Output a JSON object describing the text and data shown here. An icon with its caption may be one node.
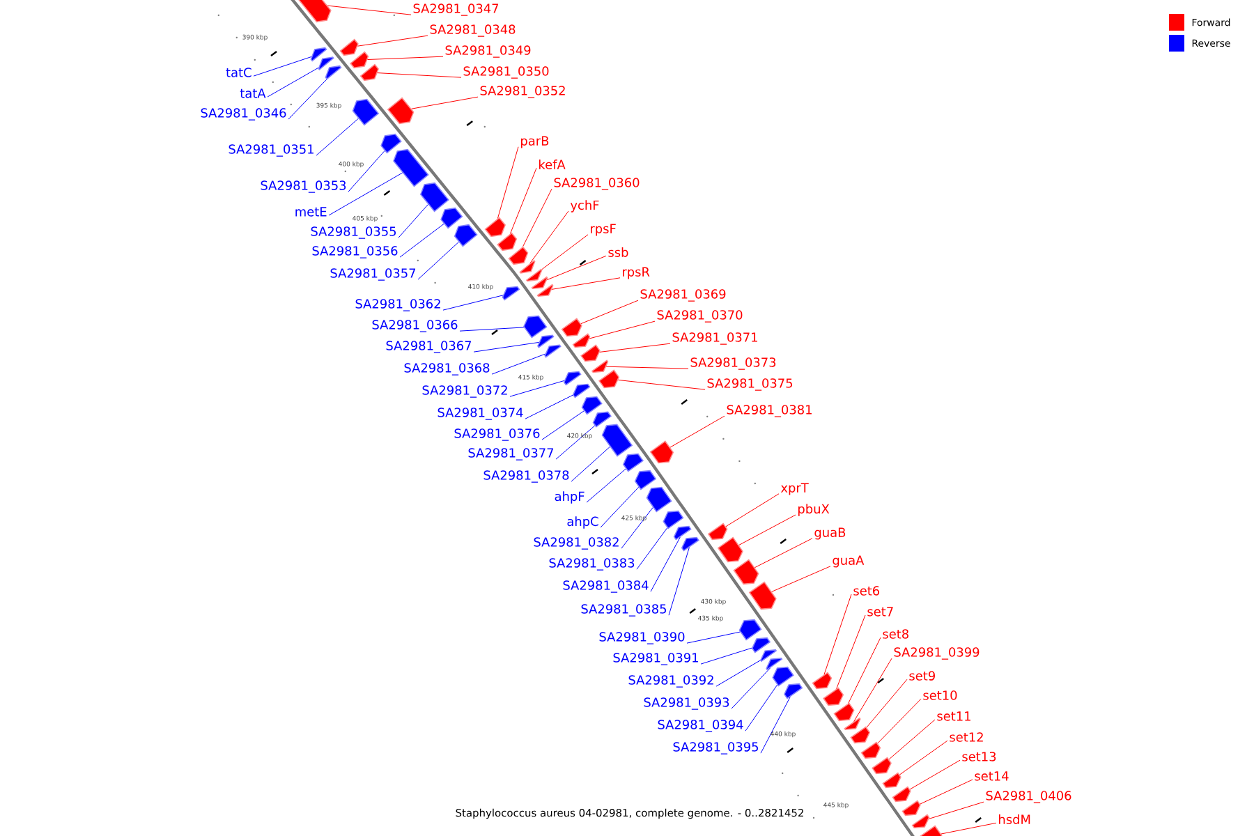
{
  "diagram": {
    "caption": "Staphylococcus aureus 04-02981, complete genome. - 0..2821452",
    "nodes": [
      {
        "text": [
          "tatC"
        ]
      },
      {
        "text": [
          "tatA"
        ]
      },
      {
        "text": [
          "SA2981_0346"
        ]
      },
      {
        "text": [
          "SA2981_0351"
        ]
      },
      {
        "text": [
          "SA2981_0353"
        ]
      },
      {
        "text": [
          "metE"
        ]
      },
      {
        "text": [
          "SA2981_0355"
        ]
      },
      {
        "text": [
          "SA2981_0356"
        ]
      },
      {
        "text": [
          "SA2981_0357"
        ]
      },
      {
        "text": [
          "SA2981_0362"
        ]
      },
      {
        "text": [
          "SA2981_0366"
        ]
      },
      {
        "text": [
          "SA2981_0367"
        ]
      },
      {
        "text": [
          "SA2981_0368"
        ]
      },
      {
        "text": [
          "SA2981_0372"
        ]
      },
      {
        "text": [
          "SA2981_0374"
        ]
      },
      {
        "text": [
          "SA2981_0376"
        ]
      },
      {
        "text": [
          "SA2981_0377"
        ]
      },
      {
        "text": [
          "SA2981_0378"
        ]
      },
      {
        "text": [
          "ahpF"
        ]
      },
      {
        "text": [
          "ahpC"
        ]
      },
      {
        "text": [
          "SA2981_0382"
        ]
      },
      {
        "text": [
          "SA2981_0383"
        ]
      },
      {
        "text": [
          "SA2981_0384"
        ]
      },
      {
        "text": [
          "SA2981_0385"
        ]
      },
      {
        "text": [
          "SA2981_0390"
        ]
      },
      {
        "text": [
          "SA2981_0391"
        ]
      },
      {
        "text": [
          "SA2981_0392"
        ]
      },
      {
        "text": [
          "SA2981_0393"
        ]
      },
      {
        "text": [
          "SA2981_0394"
        ]
      },
      {
        "text": [
          "SA2981_0395"
        ]
      },
      {
        "text": [
          "SA2981_0347"
        ]
      },
      {
        "text": [
          "SA2981_0348"
        ]
      },
      {
        "text": [
          "SA2981_0349"
        ]
      },
      {
        "text": [
          "SA2981_0350"
        ]
      },
      {
        "text": [
          "SA2981_0352"
        ]
      },
      {
        "text": [
          "parB"
        ]
      },
      {
        "text": [
          "kefA"
        ]
      },
      {
        "text": [
          "SA2981_0360"
        ]
      },
      {
        "text": [
          "ychF"
        ]
      },
      {
        "text": [
          "rpsF"
        ]
      },
      {
        "text": [
          "ssb"
        ]
      },
      {
        "text": [
          "rpsR"
        ]
      },
      {
        "text": [
          "SA2981_0369"
        ]
      },
      {
        "text": [
          "SA2981_0370"
        ]
      },
      {
        "text": [
          "SA2981_0371"
        ]
      },
      {
        "text": [
          "SA2981_0373"
        ]
      },
      {
        "text": [
          "SA2981_0375"
        ]
      },
      {
        "text": [
          "SA2981_0381"
        ]
      },
      {
        "text": [
          "xprT"
        ]
      },
      {
        "text": [
          "pbuX"
        ]
      },
      {
        "text": [
          "guaB"
        ]
      },
      {
        "text": [
          "guaA"
        ]
      },
      {
        "text": [
          "set6"
        ]
      },
      {
        "text": [
          "set7"
        ]
      },
      {
        "text": [
          "set8"
        ]
      },
      {
        "text": [
          "SA2981_0399"
        ]
      },
      {
        "text": [
          "set9"
        ]
      },
      {
        "text": [
          "set10"
        ]
      },
      {
        "text": [
          "set11"
        ]
      },
      {
        "text": [
          "set12"
        ]
      },
      {
        "text": [
          "set13"
        ]
      },
      {
        "text": [
          "set14"
        ]
      },
      {
        "text": [
          "SA2981_0406"
        ]
      },
      {
        "text": [
          "hsdM"
        ]
      },
      {
        "text": [],
        "shape": "arrow"
      },
      {
        "text": [],
        "shape": "arrow"
      },
      {
        "text": [],
        "shape": "arrow"
      },
      {
        "text": [],
        "shape": "arrow"
      },
      {
        "text": [],
        "shape": "arrow"
      },
      {
        "text": [],
        "shape": "arrow"
      },
      {
        "text": [],
        "shape": "arrow"
      },
      {
        "text": [],
        "shape": "arrow"
      },
      {
        "text": [],
        "shape": "arrow"
      },
      {
        "text": [],
        "shape": "arrow"
      },
      {
        "text": [],
        "shape": "arrow"
      },
      {
        "text": [],
        "shape": "arrow"
      },
      {
        "text": [],
        "shape": "arrow"
      },
      {
        "text": [],
        "shape": "arrow"
      },
      {
        "text": [],
        "shape": "arrow"
      },
      {
        "text": [],
        "shape": "arrow"
      },
      {
        "text": [],
        "shape": "arrow"
      },
      {
        "text": [],
        "shape": "arrow"
      },
      {
        "text": [],
        "shape": "arrow"
      },
      {
        "text": [],
        "shape": "arrow"
      },
      {
        "text": [],
        "shape": "arrow"
      },
      {
        "text": [],
        "shape": "arrow"
      },
      {
        "text": [],
        "shape": "arrow"
      },
      {
        "text": [],
        "shape": "arrow"
      },
      {
        "text": [],
        "shape": "arrow"
      },
      {
        "text": [],
        "shape": "arrow"
      },
      {
        "text": [],
        "shape": "arrow"
      },
      {
        "text": [],
        "shape": "arrow"
      },
      {
        "text": [],
        "shape": "arrow"
      },
      {
        "text": [],
        "shape": "arrow"
      },
      {
        "text": [],
        "shape": "arrow"
      },
      {
        "text": [],
        "shape": "arrow"
      },
      {
        "text": [],
        "shape": "arrow"
      },
      {
        "text": [],
        "shape": "arrow"
      },
      {
        "text": [],
        "shape": "arrow"
      },
      {
        "text": [],
        "shape": "arrow"
      },
      {
        "text": [],
        "shape": "arrow"
      },
      {
        "text": [],
        "shape": "arrow"
      },
      {
        "text": [],
        "shape": "arrow"
      },
      {
        "text": [],
        "shape": "arrow"
      },
      {
        "text": [],
        "shape": "arrow"
      },
      {
        "text": [],
        "shape": "arrow"
      },
      {
        "text": [],
        "shape": "arrow"
      },
      {
        "text": [],
        "shape": "arrow"
      },
      {
        "text": [],
        "shape": "arrow"
      },
      {
        "text": [],
        "shape": "arrow"
      },
      {
        "text": [],
        "shape": "arrow"
      },
      {
        "text": [],
        "shape": "arrow"
      },
      {
        "text": [],
        "shape": "arrow"
      },
      {
        "text": [],
        "shape": "arrow"
      },
      {
        "text": [],
        "shape": "arrow"
      },
      {
        "text": [],
        "shape": "arrow"
      },
      {
        "text": [],
        "shape": "arrow"
      },
      {
        "text": [],
        "shape": "arrow"
      },
      {
        "text": [],
        "shape": "arrow"
      },
      {
        "text": [],
        "shape": "arrow"
      },
      {
        "text": [],
        "shape": "arrow"
      },
      {
        "text": [],
        "shape": "arrow"
      },
      {
        "text": [],
        "shape": "arrow"
      },
      {
        "text": [],
        "shape": "arrow"
      },
      {
        "text": [],
        "shape": "arrow"
      },
      {
        "text": [],
        "shape": "arrow"
      },
      {
        "text": [],
        "shape": "arrow"
      },
      {
        "text": [],
        "shape": "arrow"
      }
    ],
    "edges": [
      {
        "from": 0,
        "to": 64,
        "arrow": "none",
        "color": "#0000ff"
      },
      {
        "from": 1,
        "to": 65,
        "arrow": "none",
        "color": "#0000ff"
      },
      {
        "from": 2,
        "to": 66,
        "arrow": "none",
        "color": "#0000ff"
      },
      {
        "from": 3,
        "to": 67,
        "arrow": "none",
        "color": "#0000ff"
      },
      {
        "from": 4,
        "to": 68,
        "arrow": "none",
        "color": "#0000ff"
      },
      {
        "from": 5,
        "to": 69,
        "arrow": "none",
        "color": "#0000ff"
      },
      {
        "from": 6,
        "to": 70,
        "arrow": "none",
        "color": "#0000ff"
      },
      {
        "from": 7,
        "to": 71,
        "arrow": "none",
        "color": "#0000ff"
      },
      {
        "from": 8,
        "to": 72,
        "arrow": "none",
        "color": "#0000ff"
      },
      {
        "from": 9,
        "to": 73,
        "arrow": "none",
        "color": "#0000ff"
      },
      {
        "from": 10,
        "to": 74,
        "arrow": "none",
        "color": "#0000ff"
      },
      {
        "from": 11,
        "to": 75,
        "arrow": "none",
        "color": "#0000ff"
      },
      {
        "from": 12,
        "to": 76,
        "arrow": "none",
        "color": "#0000ff"
      },
      {
        "from": 13,
        "to": 77,
        "arrow": "none",
        "color": "#0000ff"
      },
      {
        "from": 14,
        "to": 78,
        "arrow": "none",
        "color": "#0000ff"
      },
      {
        "from": 15,
        "to": 79,
        "arrow": "none",
        "color": "#0000ff"
      },
      {
        "from": 16,
        "to": 80,
        "arrow": "none",
        "color": "#0000ff"
      },
      {
        "from": 17,
        "to": 81,
        "arrow": "none",
        "color": "#0000ff"
      },
      {
        "from": 18,
        "to": 82,
        "arrow": "none",
        "color": "#0000ff"
      },
      {
        "from": 19,
        "to": 83,
        "arrow": "none",
        "color": "#0000ff"
      },
      {
        "from": 20,
        "to": 84,
        "arrow": "none",
        "color": "#0000ff"
      },
      {
        "from": 21,
        "to": 85,
        "arrow": "none",
        "color": "#0000ff"
      },
      {
        "from": 22,
        "to": 86,
        "arrow": "none",
        "color": "#0000ff"
      },
      {
        "from": 23,
        "to": 87,
        "arrow": "none",
        "color": "#0000ff"
      },
      {
        "from": 24,
        "to": 88,
        "arrow": "none",
        "color": "#0000ff"
      },
      {
        "from": 25,
        "to": 89,
        "arrow": "none",
        "color": "#0000ff"
      },
      {
        "from": 26,
        "to": 90,
        "arrow": "none",
        "color": "#0000ff"
      },
      {
        "from": 27,
        "to": 91,
        "arrow": "none",
        "color": "#0000ff"
      },
      {
        "from": 28,
        "to": 92,
        "arrow": "none",
        "color": "#0000ff"
      },
      {
        "from": 29,
        "to": 93,
        "arrow": "none",
        "color": "#0000ff"
      },
      {
        "from": 30,
        "to": 94,
        "arrow": "none",
        "color": "#ff0000"
      },
      {
        "from": 31,
        "to": 95,
        "arrow": "none",
        "color": "#ff0000"
      },
      {
        "from": 32,
        "to": 96,
        "arrow": "none",
        "color": "#ff0000"
      },
      {
        "from": 33,
        "to": 97,
        "arrow": "none",
        "color": "#ff0000"
      },
      {
        "from": 34,
        "to": 98,
        "arrow": "none",
        "color": "#ff0000"
      },
      {
        "from": 35,
        "to": 99,
        "arrow": "none",
        "color": "#ff0000"
      },
      {
        "from": 36,
        "to": 100,
        "arrow": "none",
        "color": "#ff0000"
      },
      {
        "from": 37,
        "to": 101,
        "arrow": "none",
        "color": "#ff0000"
      },
      {
        "from": 38,
        "to": 102,
        "arrow": "none",
        "color": "#ff0000"
      },
      {
        "from": 39,
        "to": 103,
        "arrow": "none",
        "color": "#ff0000"
      },
      {
        "from": 40,
        "to": 104,
        "arrow": "none",
        "color": "#ff0000"
      },
      {
        "from": 41,
        "to": 105,
        "arrow": "none",
        "color": "#ff0000"
      },
      {
        "from": 42,
        "to": 106,
        "arrow": "none",
        "color": "#ff0000"
      },
      {
        "from": 43,
        "to": 107,
        "arrow": "none",
        "color": "#ff0000"
      },
      {
        "from": 44,
        "to": 108,
        "arrow": "none",
        "color": "#ff0000"
      },
      {
        "from": 45,
        "to": 109,
        "arrow": "none",
        "color": "#ff0000"
      },
      {
        "from": 46,
        "to": 110,
        "arrow": "none",
        "color": "#ff0000"
      },
      {
        "from": 47,
        "to": 111,
        "arrow": "none",
        "color": "#ff0000"
      },
      {
        "from": 48,
        "to": 112,
        "arrow": "none",
        "color": "#ff0000"
      },
      {
        "from": 49,
        "to": 113,
        "arrow": "none",
        "color": "#ff0000"
      },
      {
        "from": 50,
        "to": 114,
        "arrow": "none",
        "color": "#ff0000"
      },
      {
        "from": 51,
        "to": 115,
        "arrow": "none",
        "color": "#ff0000"
      },
      {
        "from": 52,
        "to": 116,
        "arrow": "none",
        "color": "#ff0000"
      },
      {
        "from": 53,
        "to": 117,
        "arrow": "none",
        "color": "#ff0000"
      },
      {
        "from": 54,
        "to": 118,
        "arrow": "none",
        "color": "#ff0000"
      },
      {
        "from": 55,
        "to": 119,
        "arrow": "none",
        "color": "#ff0000"
      },
      {
        "from": 56,
        "to": 120,
        "arrow": "none",
        "color": "#ff0000"
      },
      {
        "from": 57,
        "to": 121,
        "arrow": "none",
        "color": "#ff0000"
      },
      {
        "from": 58,
        "to": 122,
        "arrow": "none",
        "color": "#ff0000"
      },
      {
        "from": 59,
        "to": 123,
        "arrow": "none",
        "color": "#ff0000"
      },
      {
        "from": 60,
        "to": 124,
        "arrow": "none",
        "color": "#ff0000"
      },
      {
        "from": 61,
        "to": 125,
        "arrow": "none",
        "color": "#ff0000"
      },
      {
        "from": 62,
        "to": 126,
        "arrow": "none",
        "color": "#ff0000"
      },
      {
        "from": 63,
        "to": 127,
        "arrow": "none",
        "color": "#ff0000"
      }
    ],
    "labels": [
      "390 kbp",
      "395 kbp",
      "400 kbp",
      "405 kbp",
      "410 kbp",
      "415 kbp",
      "420 kbp",
      "425 kbp",
      "430 kbp",
      "435 kbp",
      "440 kbp",
      "445 kbp"
    ],
    "legend": [
      {
        "text": "Forward",
        "color": "#ff0000"
      },
      {
        "text": "Reverse",
        "color": "#0000ff"
      }
    ]
  }
}
